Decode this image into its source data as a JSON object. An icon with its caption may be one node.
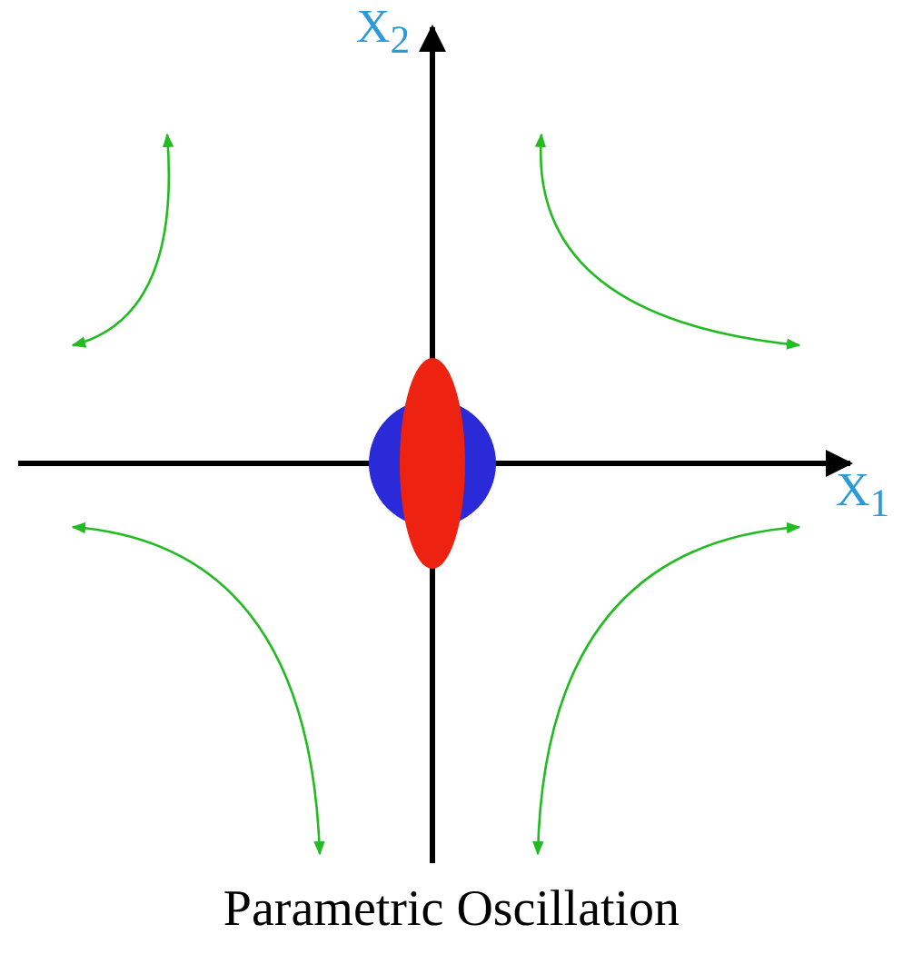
{
  "diagram": {
    "caption": "Parametric Oscillation",
    "labels": [
      "X$_{2}$",
      "X$_{1}$"
    ]
  }
}
